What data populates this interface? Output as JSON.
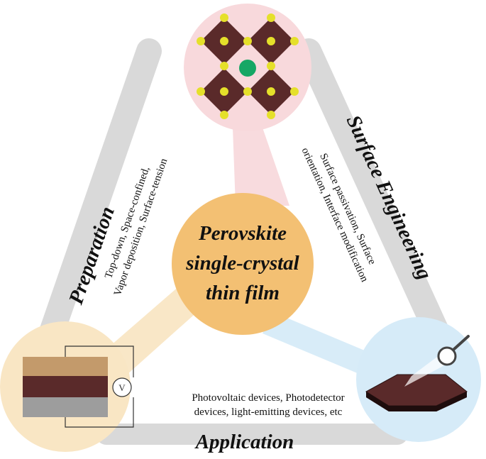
{
  "center": {
    "line1": "Perovskite",
    "line2": "single-crystal",
    "line3": "thin film"
  },
  "edges": {
    "preparation": {
      "title": "Preparation",
      "desc_line1": "Top-down, Space-confined,",
      "desc_line2": "Vapor deposition, Surface-tension"
    },
    "surface_engineering": {
      "title": "Surface Engineering",
      "desc_line1": "Surface passivation, Surface",
      "desc_line2": "orientation, Interface modification"
    },
    "application": {
      "title": "Application",
      "desc_line1": "Photovoltaic devices, Photodetector",
      "desc_line2": "devices, light-emitting devices, etc"
    }
  },
  "device": {
    "voltmeter_label": "V"
  },
  "colors": {
    "band_gray": "#d9d9d9",
    "center_fill": "#f3c073",
    "top_circle": "#f8d9dc",
    "left_circle": "#f9e6c4",
    "right_circle": "#d6ebf8",
    "octahedron": "#5a2a2a",
    "halide_atom": "#e5e02a",
    "a_site_atom": "#16a765"
  }
}
